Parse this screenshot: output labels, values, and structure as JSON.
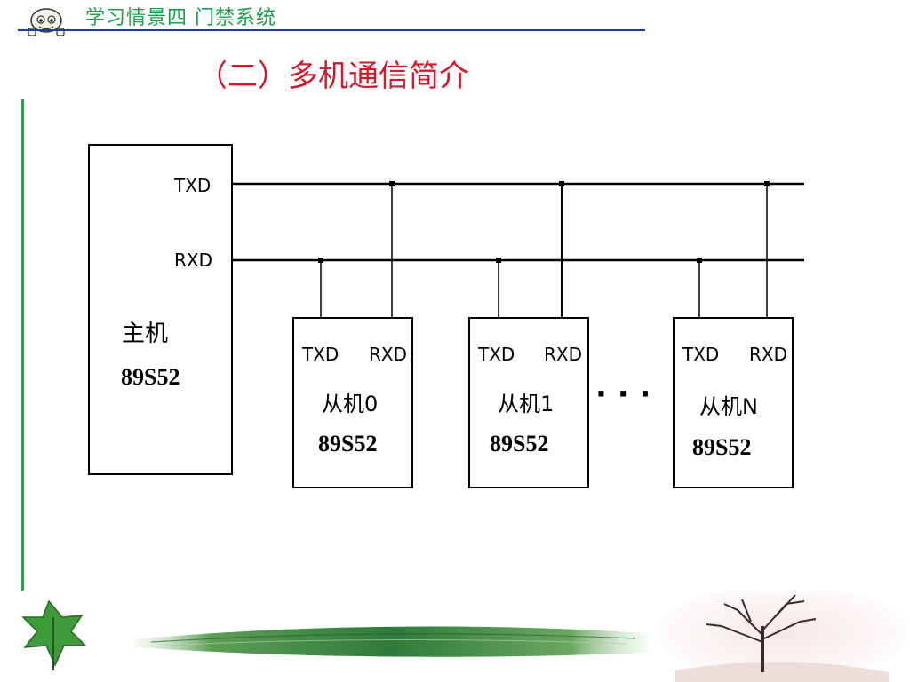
{
  "header": {
    "title": "学习情景四  门禁系统"
  },
  "slide": {
    "title": "（二）多机通信简介"
  },
  "colors": {
    "header_text": "#1aa04a",
    "header_rule": "#1f3c9c",
    "title_text": "#d4172a",
    "accent_bar": "#3a9a52",
    "line": "#000000"
  },
  "diagram": {
    "host": {
      "txd": "TXD",
      "rxd": "RXD",
      "name": "主机",
      "model": "89S52"
    },
    "slaves": [
      {
        "txd": "TXD",
        "rxd": "RXD",
        "name": "从机0",
        "model": "89S52"
      },
      {
        "txd": "TXD",
        "rxd": "RXD",
        "name": "从机1",
        "model": "89S52"
      },
      {
        "txd": "TXD",
        "rxd": "RXD",
        "name": "从机N",
        "model": "89S52"
      }
    ],
    "ellipsis": "· · ·"
  },
  "footer": {
    "icons": [
      "leaf-icon",
      "grass-strip",
      "tree-icon"
    ]
  }
}
